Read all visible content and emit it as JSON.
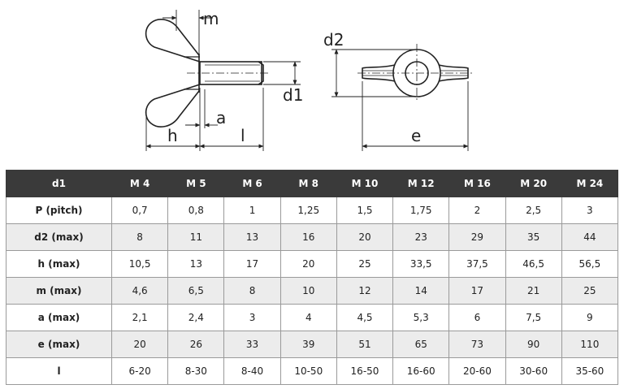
{
  "drawing": {
    "labels": {
      "m": "m",
      "d1": "d1",
      "a": "a",
      "h": "h",
      "l": "l",
      "d2": "d2",
      "e": "e"
    }
  },
  "table": {
    "headers": [
      "d1",
      "M 4",
      "M 5",
      "M 6",
      "M 8",
      "M 10",
      "M 12",
      "M 16",
      "M 20",
      "M 24"
    ],
    "rows": [
      {
        "label": "P (pitch)",
        "values": [
          "0,7",
          "0,8",
          "1",
          "1,25",
          "1,5",
          "1,75",
          "2",
          "2,5",
          "3"
        ]
      },
      {
        "label": "d2 (max)",
        "values": [
          "8",
          "11",
          "13",
          "16",
          "20",
          "23",
          "29",
          "35",
          "44"
        ]
      },
      {
        "label": "h (max)",
        "values": [
          "10,5",
          "13",
          "17",
          "20",
          "25",
          "33,5",
          "37,5",
          "46,5",
          "56,5"
        ]
      },
      {
        "label": "m (max)",
        "values": [
          "4,6",
          "6,5",
          "8",
          "10",
          "12",
          "14",
          "17",
          "21",
          "25"
        ]
      },
      {
        "label": "a (max)",
        "values": [
          "2,1",
          "2,4",
          "3",
          "4",
          "4,5",
          "5,3",
          "6",
          "7,5",
          "9"
        ]
      },
      {
        "label": "e (max)",
        "values": [
          "20",
          "26",
          "33",
          "39",
          "51",
          "65",
          "73",
          "90",
          "110"
        ]
      },
      {
        "label": "l",
        "values": [
          "6-20",
          "8-30",
          "8-40",
          "10-50",
          "16-50",
          "16-60",
          "20-60",
          "30-60",
          "35-60"
        ]
      }
    ]
  },
  "colors": {
    "header_bg": "#3a3a3a",
    "header_text": "#ffffff",
    "alt_row": "#ececec",
    "border": "#9a9a9a",
    "line": "#222222"
  }
}
